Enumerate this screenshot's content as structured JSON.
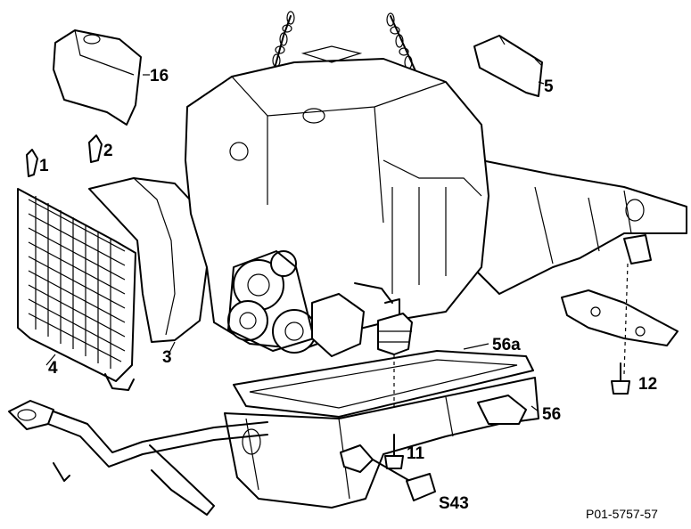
{
  "diagram": {
    "callouts": {
      "c1": "1",
      "c2": "2",
      "c3": "3",
      "c4": "4",
      "c5": "5",
      "c11": "11",
      "c12": "12",
      "c16": "16",
      "c56": "56",
      "c56a": "56a",
      "cS43": "S43"
    },
    "reference_code": "P01-5757-57"
  }
}
